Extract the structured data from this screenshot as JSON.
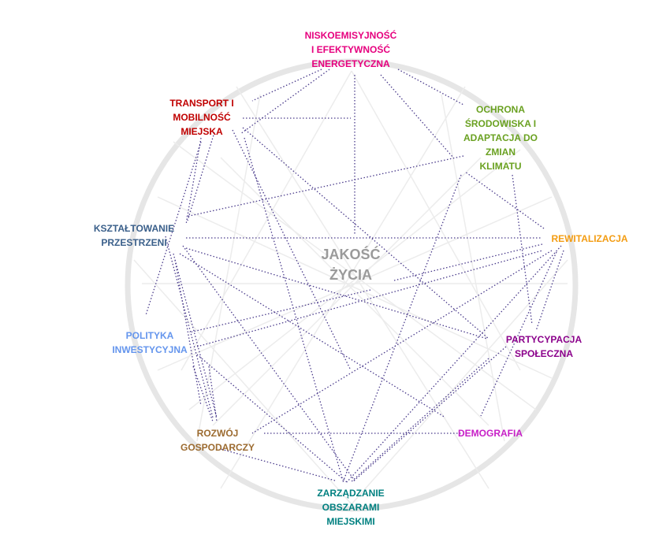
{
  "center": {
    "lines": [
      "JAKOŚĆ",
      "ŻYCIA"
    ],
    "color": "#9a9a9a"
  },
  "nodes": [
    {
      "id": "energy",
      "lines": [
        "NISKOEMISYJNOŚĆ",
        "I EFEKTYWNOŚĆ",
        "ENERGETYCZNA"
      ],
      "color": "#e6007e"
    },
    {
      "id": "transport",
      "lines": [
        "TRANSPORT I",
        "MOBILNOŚĆ",
        "MIEJSKA"
      ],
      "color": "#c00000"
    },
    {
      "id": "environment",
      "lines": [
        "OCHRONA",
        "ŚRODOWISKA I",
        "ADAPTACJA DO",
        "ZMIAN",
        "KLIMATU"
      ],
      "color": "#6aa121"
    },
    {
      "id": "space",
      "lines": [
        "KSZTAŁTOWANIE",
        "PRZESTRZENI"
      ],
      "color": "#3a5f8a"
    },
    {
      "id": "revital",
      "lines": [
        "REWITALIZACJA"
      ],
      "color": "#f39c12"
    },
    {
      "id": "invest",
      "lines": [
        "POLITYKA",
        "INWESTYCYJNA"
      ],
      "color": "#6495ed"
    },
    {
      "id": "particip",
      "lines": [
        "PARTYCYPACJA",
        "SPOŁECZNA"
      ],
      "color": "#8b008b"
    },
    {
      "id": "economy",
      "lines": [
        "ROZWÓJ",
        "GOSPODARCZY"
      ],
      "color": "#9c6b30"
    },
    {
      "id": "demography",
      "lines": [
        "DEMOGRAFIA"
      ],
      "color": "#c71fc7"
    },
    {
      "id": "management",
      "lines": [
        "ZARZĄDZANIE",
        "OBSZARAMI",
        "MIEJSKIMI"
      ],
      "color": "#008080"
    }
  ],
  "edge_color": "#4b3c8c",
  "ring_color": "#e6e6e6"
}
